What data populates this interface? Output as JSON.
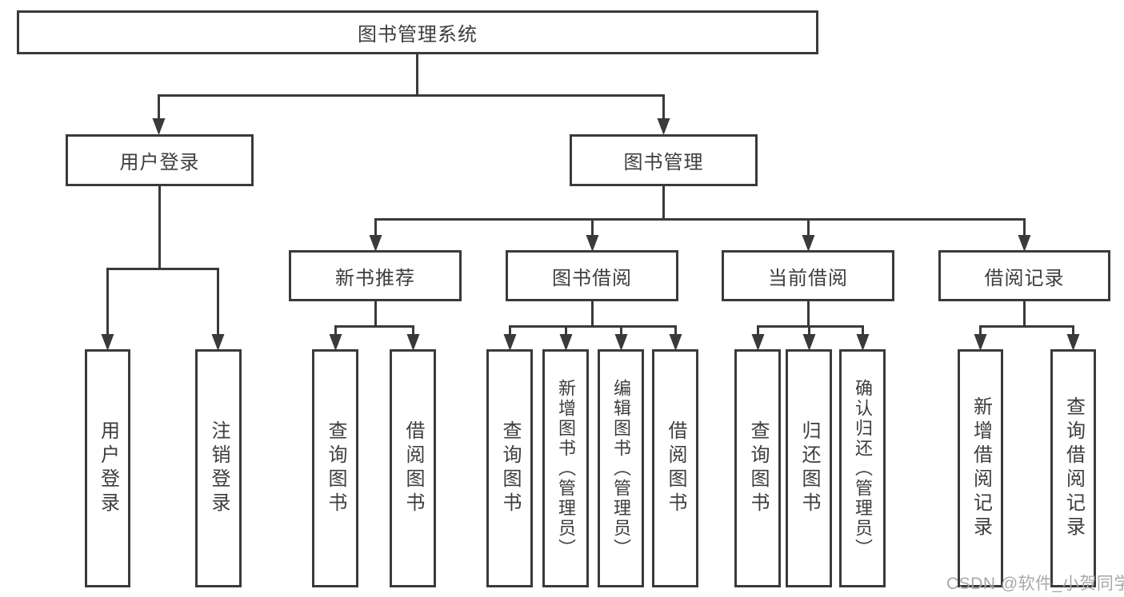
{
  "diagram": {
    "root": {
      "label": "图书管理系统",
      "children": [
        {
          "label": "用户登录",
          "children": [
            {
              "label": "用户登录"
            },
            {
              "label": "注销登录"
            }
          ]
        },
        {
          "label": "图书管理",
          "children": [
            {
              "label": "新书推荐",
              "children": [
                {
                  "label": "查询图书"
                },
                {
                  "label": "借阅图书"
                }
              ]
            },
            {
              "label": "图书借阅",
              "children": [
                {
                  "label": "查询图书"
                },
                {
                  "label": "新增图书（管理员）"
                },
                {
                  "label": "编辑图书（管理员）"
                },
                {
                  "label": "借阅图书"
                }
              ]
            },
            {
              "label": "当前借阅",
              "children": [
                {
                  "label": "查询图书"
                },
                {
                  "label": "归还图书"
                },
                {
                  "label": "确认归还（管理员）"
                }
              ]
            },
            {
              "label": "借阅记录",
              "children": [
                {
                  "label": "新增借阅记录"
                },
                {
                  "label": "查询借阅记录"
                }
              ]
            }
          ]
        }
      ]
    }
  },
  "watermark": {
    "text": "CSDN @软件_小贺同学"
  },
  "colors": {
    "line": "#3a3a3a",
    "text": "#3d3d3d",
    "watermark": "#a8a8a8",
    "background": "#ffffff"
  }
}
